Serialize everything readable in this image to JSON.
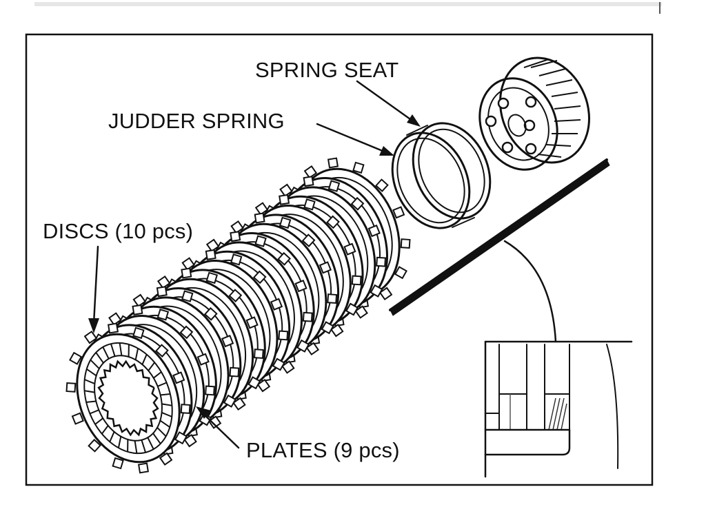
{
  "diagram": {
    "labels": {
      "spring_seat": "SPRING SEAT",
      "judder_spring": "JUDDER SPRING",
      "discs": "DISCS (10 pcs)",
      "plates": "PLATES (9 pcs)"
    },
    "colors": {
      "ink": "#111111",
      "paper": "#ffffff",
      "shading": "#d8d8d8"
    }
  }
}
